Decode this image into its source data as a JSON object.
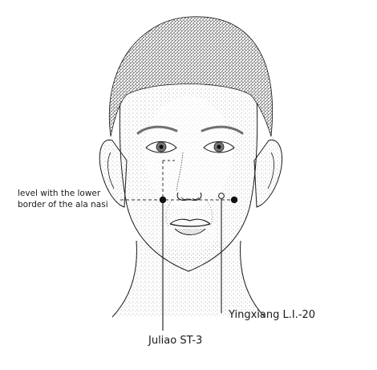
{
  "annotations": {
    "level_line1": "level with the lower",
    "level_line2": "border of the ala nasi",
    "yingxiang": "Yingxiang L.I.-20",
    "juliao": "Juliao ST-3"
  },
  "colors": {
    "ink": "#1a1a1a",
    "skin_stipple": "#555555",
    "hair": "#2b2b2b",
    "guide_line": "#333333"
  }
}
